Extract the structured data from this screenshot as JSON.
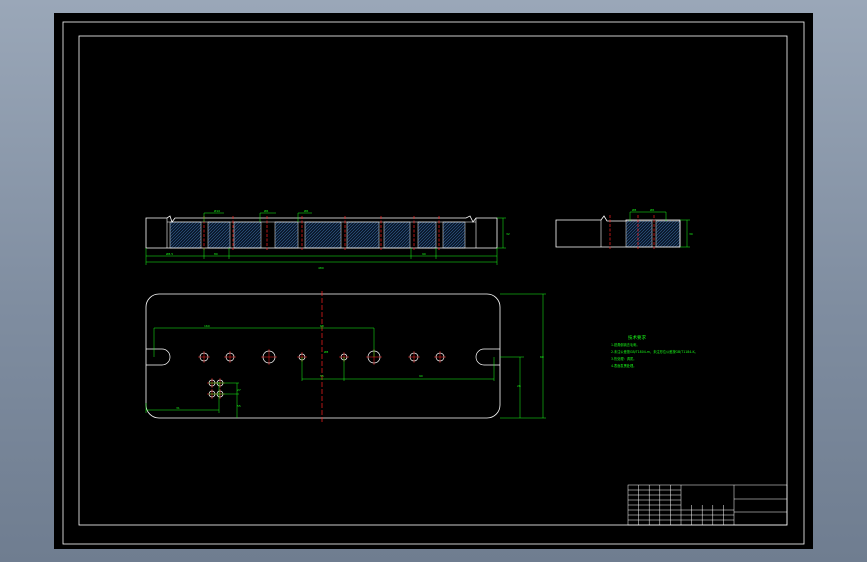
{
  "drawing": {
    "background": "#000000",
    "outline_color": "#ffffff",
    "dimension_color": "#19ff19",
    "centerline_color": "#ff2020",
    "hatch_color": "#4f8fd6"
  },
  "section_view": {
    "dims_top": [
      "Ø10",
      "Ø6",
      "Ø6"
    ],
    "dims_bottom": [
      "Ø8.5",
      "80",
      "480",
      "90"
    ],
    "height": "32"
  },
  "side_view": {
    "dims_top": [
      "Ø8",
      "Ø6"
    ],
    "height": "30"
  },
  "plan_view": {
    "dims": [
      "160",
      "68",
      "Ø8",
      "55",
      "90",
      "60",
      "26",
      "31",
      "27",
      "55"
    ]
  },
  "technical_notes": {
    "title": "技术要求",
    "lines": [
      "1.锐角倒钝去毛刺。",
      "2.未注公差按GB/T1804-m，未注形位公差按GB/T1184-K。",
      "3.热处理：调质。",
      "4.表面发黑处理。"
    ]
  }
}
